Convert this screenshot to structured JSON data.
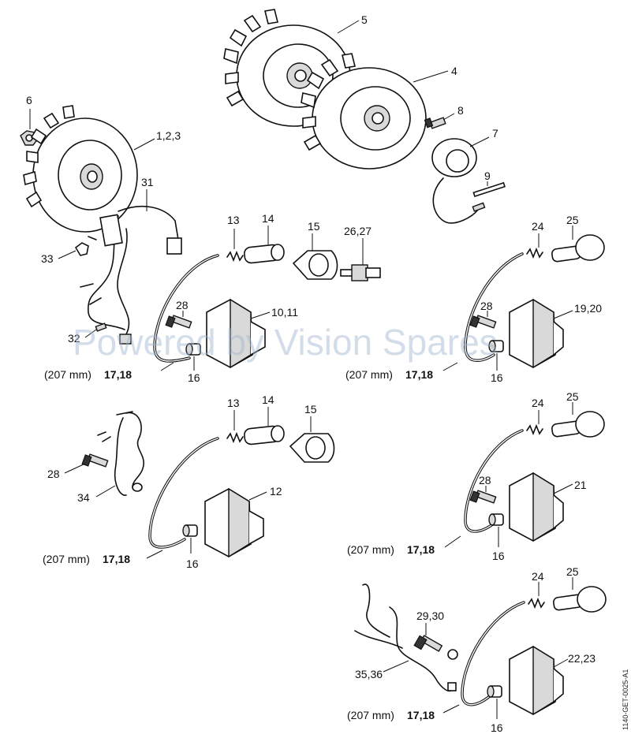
{
  "labels": {
    "l5": "5",
    "l4": "4",
    "l6": "6",
    "l123": "1,2,3",
    "l8": "8",
    "l7": "7",
    "l9": "9",
    "l31": "31",
    "l33": "33",
    "l32": "32",
    "l13a": "13",
    "l14a": "14",
    "l15a": "15",
    "l2627": "26,27",
    "l28a": "28",
    "l1011": "10,11",
    "l16a": "16",
    "dim_a_mm": "(207 mm)",
    "dim_a_ref": "17,18",
    "l24a": "24",
    "l25a": "25",
    "l28b": "28",
    "l1920": "19,20",
    "l16b": "16",
    "dim_b_mm": "(207 mm)",
    "dim_b_ref": "17,18",
    "l13b": "13",
    "l14b": "14",
    "l15b": "15",
    "l28c": "28",
    "l34": "34",
    "l12": "12",
    "l16c": "16",
    "dim_c_mm": "(207 mm)",
    "dim_c_ref": "17,18",
    "l24b": "24",
    "l25b": "25",
    "l28d": "28",
    "l21": "21",
    "l16d": "16",
    "dim_d_mm": "(207 mm)",
    "dim_d_ref": "17,18",
    "l24c": "24",
    "l25c": "25",
    "l2930": "29,30",
    "l3536": "35,36",
    "l2223": "22,23",
    "l16e": "16",
    "dim_e_mm": "(207 mm)",
    "dim_e_ref": "17,18"
  },
  "watermark": "Powered by Vision Spares",
  "drawing_code": "1140-GET-0025-A1",
  "colors": {
    "line": "#111111",
    "watermark": "#9fb6cf",
    "background": "#ffffff"
  }
}
